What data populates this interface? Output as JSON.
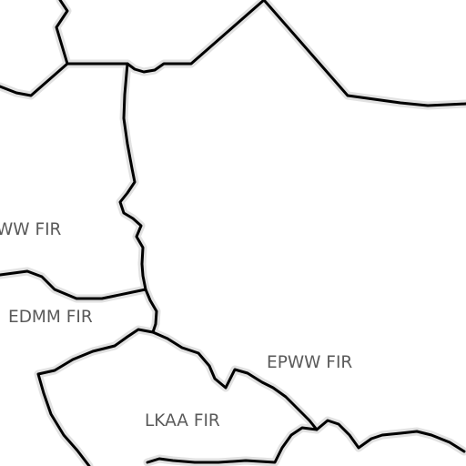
{
  "map": {
    "background_color": "#ffffff",
    "border_color": "#000000",
    "halo_color": "#e2e2e2",
    "label_color": "#5a5a5a",
    "labels": {
      "epww_west": "WW FIR",
      "edmm": "EDMM FIR",
      "epww_east": "EPWW FIR",
      "lkaa": "LKAA FIR"
    }
  }
}
